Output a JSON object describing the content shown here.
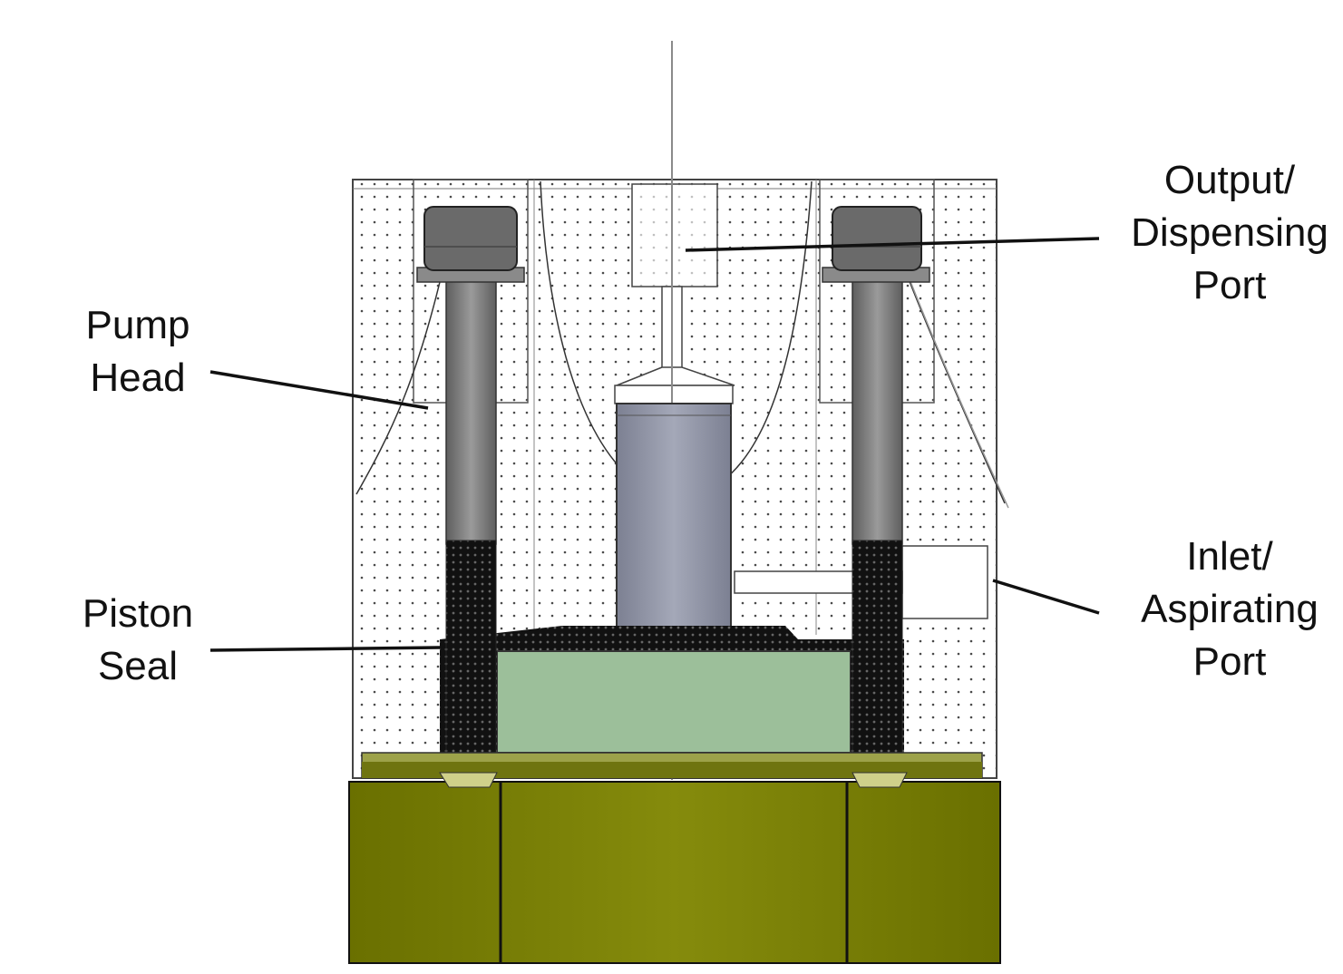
{
  "labels": {
    "pump_head": [
      "Pump",
      "Head"
    ],
    "piston_seal": [
      "Piston",
      "Seal"
    ],
    "output_port": [
      "Output/",
      "Dispensing",
      "Port"
    ],
    "inlet_port": [
      "Inlet/",
      "Aspirating",
      "Port"
    ]
  },
  "colors": {
    "housing_outline": "#444444",
    "dot_pattern": "#4a4a4a",
    "bolt": "#7d7d7d",
    "bolt_head": "#6a6a6a",
    "piston": "#8e92a4",
    "seal_block": "#9cbf9a",
    "base": "#7a7f06",
    "base_dark": "#5f6500",
    "leader": "#111111"
  }
}
